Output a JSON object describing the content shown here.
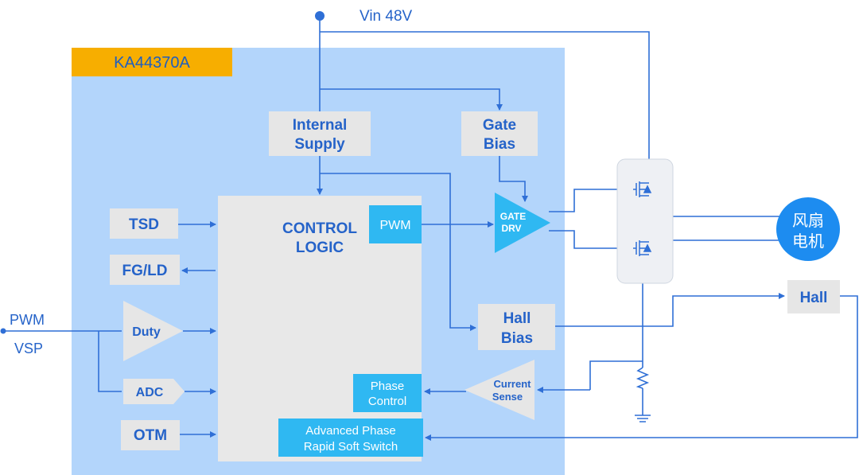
{
  "power": {
    "vin": "Vin 48V"
  },
  "chip": {
    "part_number": "KA44370A"
  },
  "blocks": {
    "internal_supply": [
      "Internal",
      "Supply"
    ],
    "gate_bias": [
      "Gate",
      "Bias"
    ],
    "control_logic": [
      "CONTROL",
      "LOGIC"
    ],
    "pwm": "PWM",
    "gate_drv": [
      "GATE",
      "DRV"
    ],
    "tsd": "TSD",
    "fg_ld": "FG/LD",
    "duty": "Duty",
    "adc": "ADC",
    "otm": "OTM",
    "hall_bias": [
      "Hall",
      "Bias"
    ],
    "phase_control": [
      "Phase",
      "Control"
    ],
    "current_sense": [
      "Current",
      "Sense"
    ],
    "advanced_phase": [
      "Advanced Phase",
      "Rapid Soft Switch"
    ],
    "hall": "Hall",
    "fan_motor": [
      "风扇",
      "电机"
    ]
  },
  "inputs": {
    "pwm": "PWM",
    "vsp": "VSP"
  },
  "colors": {
    "chip_background": "#b3d5fb",
    "chip_label": "#f7ae00",
    "wire": "#2f6fd6",
    "block_grey": "#e6e6e6",
    "block_cyan": "#2fb8f2",
    "triangle": "#2fb8f2",
    "motor": "#1d8cf0"
  }
}
